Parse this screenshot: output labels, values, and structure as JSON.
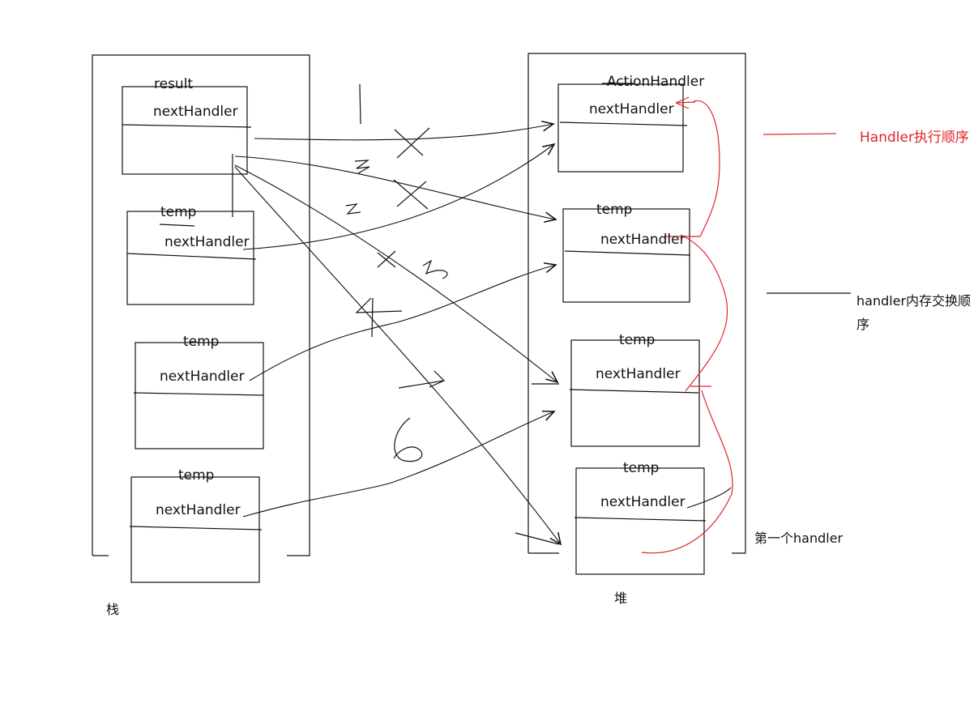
{
  "stack": {
    "caption": "栈",
    "frames": [
      {
        "var": "result",
        "field": "nextHandler"
      },
      {
        "var": "temp",
        "field": "nextHandler"
      },
      {
        "var": "temp",
        "field": "nextHandler"
      },
      {
        "var": "temp",
        "field": "nextHandler"
      }
    ]
  },
  "heap": {
    "caption": "堆",
    "objects": [
      {
        "name": "ActionHandler",
        "field": "nextHandler"
      },
      {
        "name": "temp",
        "field": "nextHandler"
      },
      {
        "name": "temp",
        "field": "nextHandler"
      },
      {
        "name": "temp",
        "field": "nextHandler"
      }
    ]
  },
  "legend": {
    "execution_order": "Handler执行顺序",
    "memory_swap_line1": "handler内存交换顺",
    "memory_swap_line2": "序",
    "first_handler": "第一个handler"
  },
  "colors": {
    "ink": "#111111",
    "red": "#e0242a"
  }
}
